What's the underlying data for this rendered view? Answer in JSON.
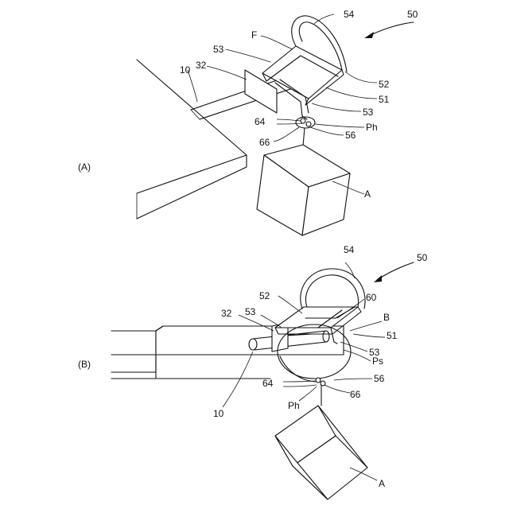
{
  "figure": {
    "panel_a": {
      "panel_label": "(A)",
      "labels": {
        "ref_50": "50",
        "ref_54": "54",
        "ref_F": "F",
        "ref_53_top": "53",
        "ref_32": "32",
        "ref_10": "10",
        "ref_52": "52",
        "ref_51": "51",
        "ref_53_bottom": "53",
        "ref_64": "64",
        "ref_Ph": "Ph",
        "ref_66": "66",
        "ref_56": "56",
        "ref_A": "A"
      }
    },
    "panel_b": {
      "panel_label": "(B)",
      "labels": {
        "ref_54": "54",
        "ref_50": "50",
        "ref_52": "52",
        "ref_60": "60",
        "ref_32": "32",
        "ref_53_left": "53",
        "ref_B": "B",
        "ref_51": "51",
        "ref_53_right": "53",
        "ref_Ps": "Ps",
        "ref_56": "56",
        "ref_64": "64",
        "ref_66": "66",
        "ref_Ph": "Ph",
        "ref_10": "10",
        "ref_A": "A"
      }
    }
  }
}
